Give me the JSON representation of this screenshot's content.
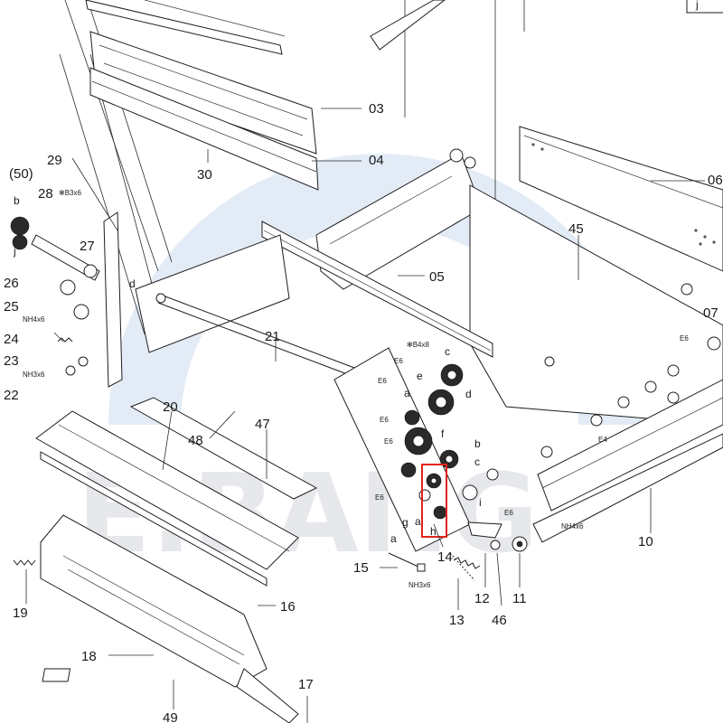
{
  "diagram": {
    "watermark_text": "E.BANG",
    "highlight_color": "#e0241b",
    "watermark_color": "#4f86c6",
    "part_numbers": {
      "n03": "03",
      "n04": "04",
      "n05": "05",
      "n06": "06",
      "n07": "07",
      "n10": "10",
      "n11": "11",
      "n12": "12",
      "n13": "13",
      "n14": "14",
      "n15": "15",
      "n16": "16",
      "n17": "17",
      "n18": "18",
      "n19": "19",
      "n20": "20",
      "n21": "21",
      "n22": "22",
      "n23": "23",
      "n24": "24",
      "n25": "25",
      "n26": "26",
      "n27": "27",
      "n28": "28",
      "n29": "29",
      "n30": "30",
      "n45": "45",
      "n46": "46",
      "n47": "47",
      "n48": "48",
      "n49": "49",
      "n50": "(50)"
    },
    "screw_callouts": {
      "b3x6": "✻B3x6",
      "b4x8": "✻B4x8",
      "nh4x6_left": "NH4x6",
      "nh3x6_left": "NH3x6",
      "nh3x6_bottom": "NH3x6",
      "nh4x6_right": "NH4x6"
    },
    "e_rings": {
      "e6_a": "E6",
      "e6_b": "E6",
      "e6_c": "E6",
      "e6_d": "E6",
      "e6_e": "E6",
      "e6_f": "E6",
      "e4": "E4",
      "e6_right": "E6"
    },
    "letters": {
      "j_box": "j",
      "b_left": "b",
      "j_left": "j",
      "d_left": "d",
      "c_top": "c",
      "e": "e",
      "a_mid": "a",
      "d_mid": "d",
      "f": "f",
      "b_mid": "b",
      "c_mid": "c",
      "i": "i",
      "g": "g",
      "a_low": "a",
      "h": "h",
      "a_bottom": "a"
    }
  }
}
